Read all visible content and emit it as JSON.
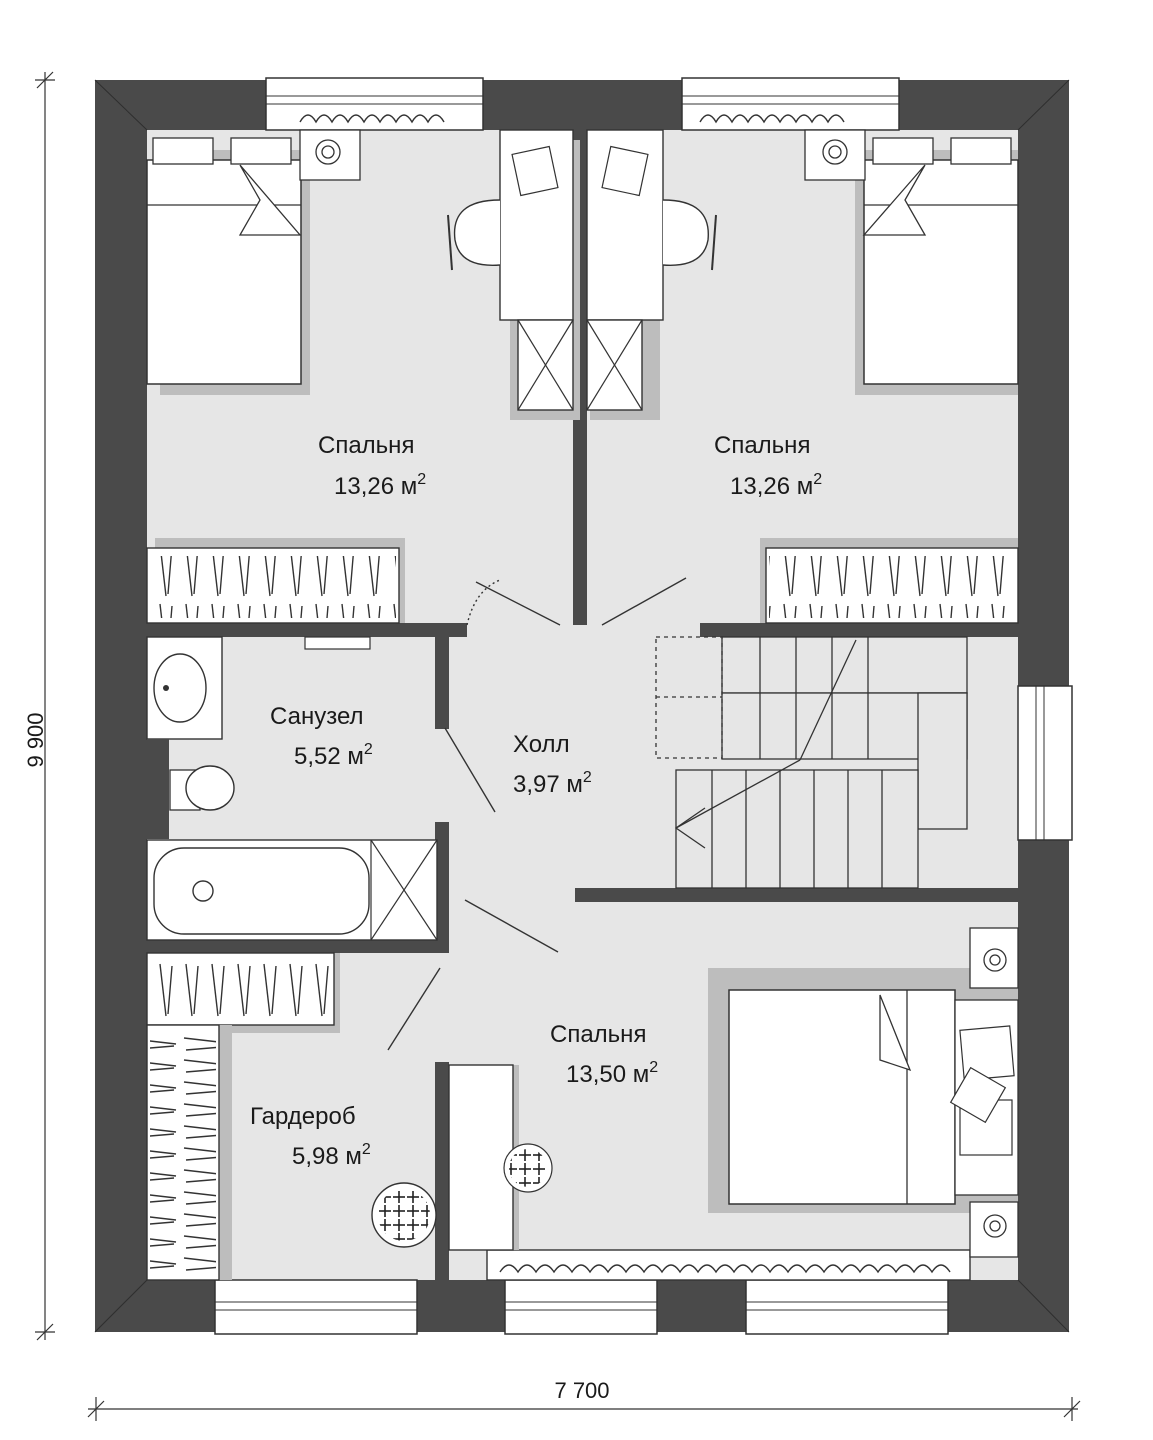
{
  "dimensions": {
    "width_label": "7 700",
    "height_label": "9 900"
  },
  "rooms": [
    {
      "id": "bedroom-top-left",
      "name": "Спальня",
      "area": "13,26 м",
      "unit_sup": "2"
    },
    {
      "id": "bedroom-top-right",
      "name": "Спальня",
      "area": "13,26 м",
      "unit_sup": "2"
    },
    {
      "id": "bathroom",
      "name": "Санузел",
      "area": "5,52 м",
      "unit_sup": "2"
    },
    {
      "id": "hall",
      "name": "Холл",
      "area": "3,97 м",
      "unit_sup": "2"
    },
    {
      "id": "bedroom-bottom",
      "name": "Спальня",
      "area": "13,50 м",
      "unit_sup": "2"
    },
    {
      "id": "wardrobe",
      "name": "Гардероб",
      "area": "5,98 м",
      "unit_sup": "2"
    }
  ],
  "colors": {
    "wall": "#4a4a4a",
    "floor": "#e6e6e6",
    "shadow": "#bdbdbd",
    "furniture": "#ffffff",
    "line": "#333333"
  }
}
